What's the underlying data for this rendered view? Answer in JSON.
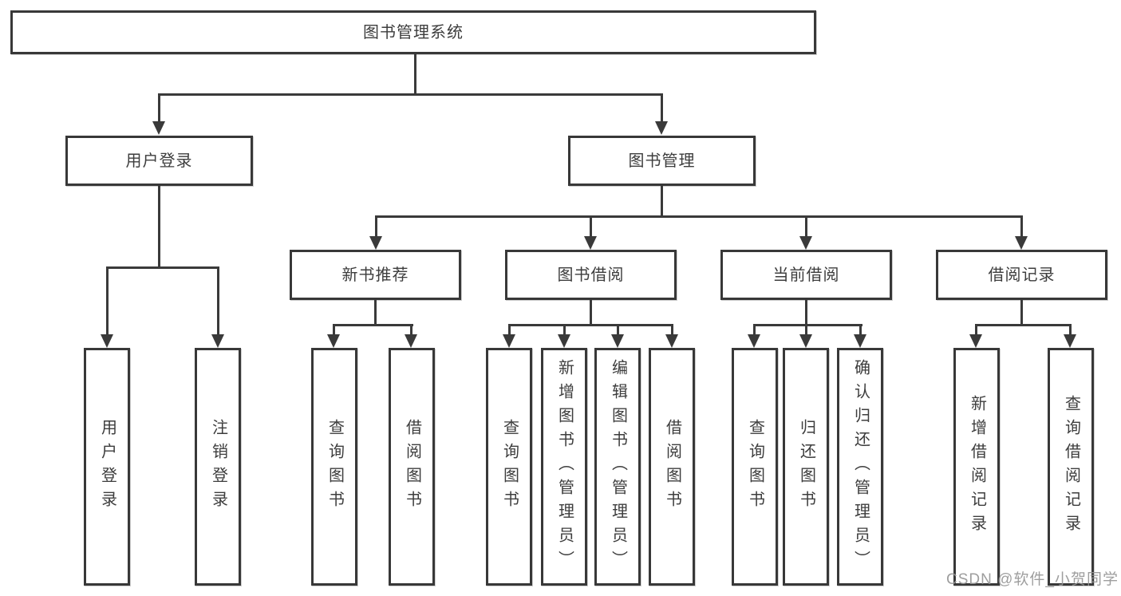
{
  "tree": {
    "root": "图书管理系统",
    "branches": [
      {
        "label": "用户登录",
        "children": [
          "用户登录",
          "注销登录"
        ]
      },
      {
        "label": "图书管理",
        "sections": [
          {
            "label": "新书推荐",
            "children": [
              "查询图书",
              "借阅图书"
            ]
          },
          {
            "label": "图书借阅",
            "children": [
              "查询图书",
              "新增图书（管理员）",
              "编辑图书（管理员）",
              "借阅图书"
            ]
          },
          {
            "label": "当前借阅",
            "children": [
              "查询图书",
              "归还图书",
              "确认归还（管理员）"
            ]
          },
          {
            "label": "借阅记录",
            "children": [
              "新增借阅记录",
              "查询借阅记录"
            ]
          }
        ]
      }
    ]
  },
  "watermark": "CSDN @软件_小贺同学",
  "colors": {
    "line": "#3a3a3a",
    "text": "#3d3d3d",
    "watermark": "#969696",
    "background": "#ffffff"
  }
}
